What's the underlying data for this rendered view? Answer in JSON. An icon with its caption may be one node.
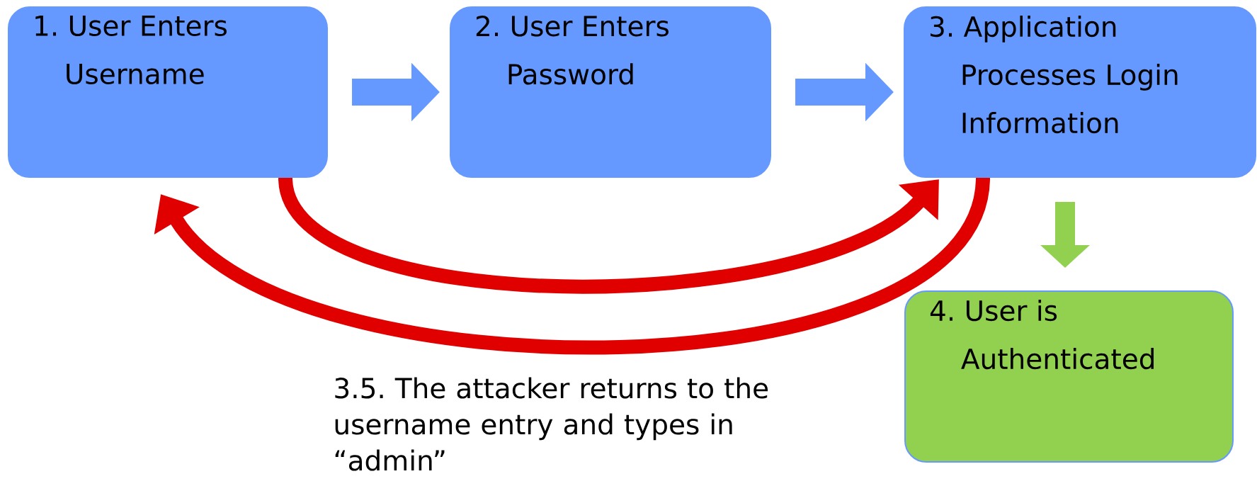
{
  "diagram": {
    "nodes": [
      {
        "text": [
          "1. User Enters Username"
        ]
      },
      {
        "text": [
          "2. User Enters Password"
        ]
      },
      {
        "text": [
          "3. Application Processes Login Information"
        ]
      },
      {
        "text": [
          "4. User is Authenticated"
        ]
      }
    ],
    "edges": [
      {
        "from": 0,
        "to": 1,
        "arrow": "to",
        "color": "#6699ff"
      },
      {
        "from": 1,
        "to": 2,
        "arrow": "to",
        "color": "#6699ff"
      },
      {
        "from": 0,
        "to": 2,
        "arrow": "to",
        "color": "#e00000"
      },
      {
        "from": 2,
        "to": 0,
        "arrow": "to",
        "color": "#e00000"
      },
      {
        "from": 2,
        "to": 3,
        "arrow": "to",
        "color": "#92d050"
      }
    ],
    "labels": [
      "3.5. The attacker returns to the username entry and types in “admin”"
    ]
  }
}
